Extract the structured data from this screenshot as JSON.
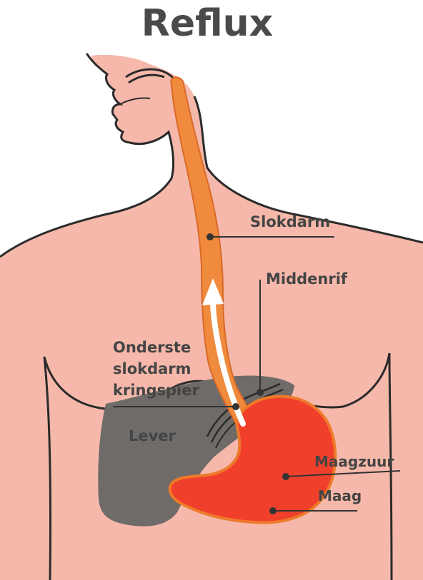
{
  "title": "Reflux",
  "labels": {
    "esophagus": "Slokdarm",
    "diaphragm": "Middenrif",
    "sphincter_line1": "Onderste",
    "sphincter_line2": "slokdarm",
    "sphincter_line3": "kringspier",
    "liver": "Lever",
    "stomach_acid": "Maagzuur",
    "stomach": "Maag"
  },
  "colors": {
    "skin": "#f5b8aa",
    "skin_shade": "#efa898",
    "outline": "#2b2b2b",
    "esophagus": "#f08a3c",
    "esophagus_edge": "#d86a2a",
    "stomach": "#f0402c",
    "stomach_edge": "#ee7a2a",
    "liver": "#6e6b69",
    "reflux_arrow": "#ffffff",
    "label_text": "#444444",
    "leader_line": "#333333",
    "title": "#4a4a4a"
  }
}
